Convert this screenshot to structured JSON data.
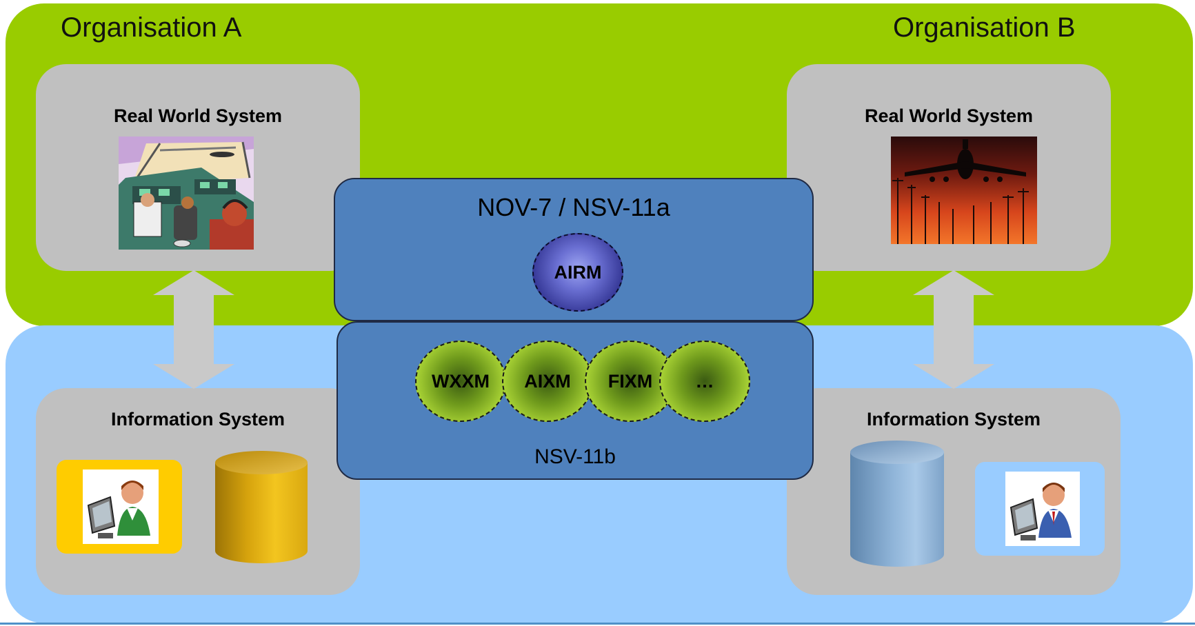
{
  "org_a": {
    "label": "Organisation A",
    "real_world": {
      "title": "Real World System"
    },
    "info_system": {
      "title": "Information System"
    }
  },
  "org_b": {
    "label": "Organisation B",
    "real_world": {
      "title": "Real World System"
    },
    "info_system": {
      "title": "Information System"
    }
  },
  "center": {
    "top_panel": {
      "label": "NOV-7 / NSV-11a",
      "oval": "AIRM"
    },
    "bottom_panel": {
      "label": "NSV-11b",
      "ovals": [
        "WXXM",
        "AIXM",
        "FIXM",
        "…"
      ]
    }
  },
  "colors": {
    "org_a_bg": "#99cc00",
    "org_b_bg": "#99ccff",
    "box_grey": "#c0c0c0",
    "panel_blue": "#4f81bd",
    "arrow_grey": "#c9c9c9",
    "db_gold": "#d4a20a",
    "db_blue": "#7fa4c9"
  },
  "icons": [
    "atc-tower-clipart",
    "airplane-sunset-photo",
    "user-at-computer-icon",
    "database-icon",
    "double-arrow-icon"
  ]
}
